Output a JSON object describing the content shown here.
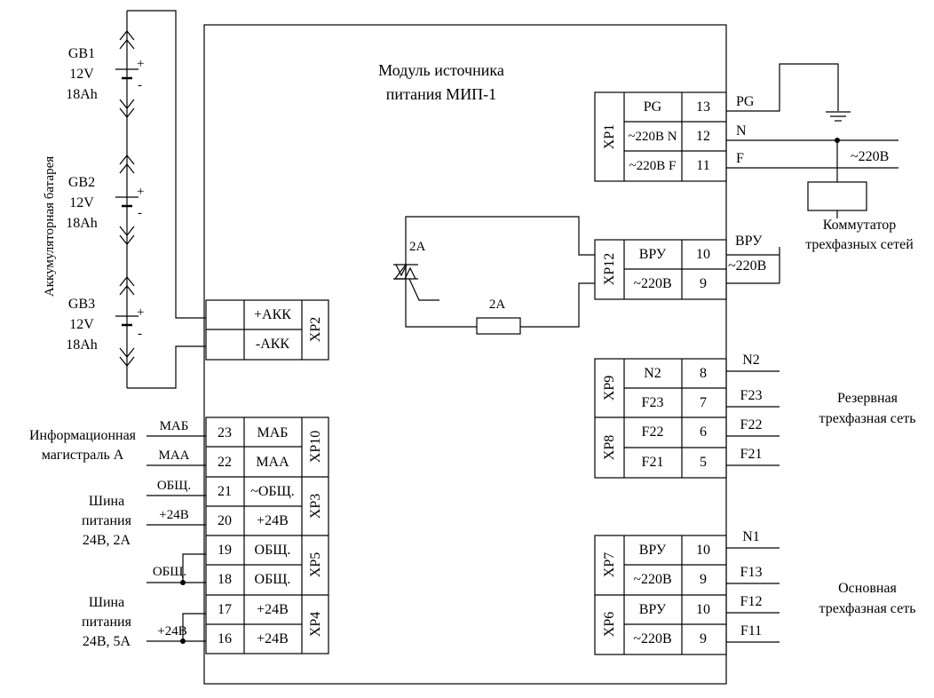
{
  "module": {
    "title_line1": "Модуль источника",
    "title_line2": "питания МИП-1"
  },
  "battery": {
    "group_label": "Аккумуляторная батарея",
    "cells": [
      {
        "name": "GB1",
        "voltage": "12V",
        "capacity": "18Ah"
      },
      {
        "name": "GB2",
        "voltage": "12V",
        "capacity": "18Ah"
      },
      {
        "name": "GB3",
        "voltage": "12V",
        "capacity": "18Ah"
      }
    ],
    "plus": "+",
    "minus": "-"
  },
  "xp2": {
    "name": "XP2",
    "rows": [
      "+АКК",
      "-АКК"
    ]
  },
  "left_blocks": {
    "xp10": {
      "name": "XP10",
      "rows": [
        {
          "num": "23",
          "label": "МАБ"
        },
        {
          "num": "22",
          "label": "МАА"
        }
      ]
    },
    "xp3": {
      "name": "XP3",
      "rows": [
        {
          "num": "21",
          "label": "~ОБЩ."
        },
        {
          "num": "20",
          "label": "+24В"
        }
      ]
    },
    "xp5": {
      "name": "XP5",
      "rows": [
        {
          "num": "19",
          "label": "ОБЩ."
        },
        {
          "num": "18",
          "label": "ОБЩ."
        }
      ]
    },
    "xp4": {
      "name": "XP4",
      "rows": [
        {
          "num": "17",
          "label": "+24В"
        },
        {
          "num": "16",
          "label": "+24В"
        }
      ]
    }
  },
  "left_wires": {
    "mab": "МАБ",
    "maa": "МАА",
    "obsh1": "ОБЩ.",
    "plus24_1": "+24В",
    "obsh2": "ОБЩ.",
    "plus24_2": "+24В"
  },
  "left_captions": {
    "info_line1": "Информационная",
    "info_line2": "магистраль А",
    "bus1_line1": "Шина",
    "bus1_line2": "питания",
    "bus1_line3": "24В, 2А",
    "bus2_line1": "Шина",
    "bus2_line2": "питания",
    "bus2_line3": "24В, 5А"
  },
  "xp1": {
    "name": "XP1",
    "rows": [
      {
        "label": "PG",
        "num": "13"
      },
      {
        "label": "~220В N",
        "num": "12"
      },
      {
        "label": "~220В F",
        "num": "11"
      }
    ]
  },
  "xp12": {
    "name": "XP12",
    "rows": [
      {
        "label": "ВРУ",
        "num": "10"
      },
      {
        "label": "~220В",
        "num": "9"
      }
    ]
  },
  "xp9": {
    "name": "XP9",
    "rows": [
      {
        "label": "N2",
        "num": "8"
      },
      {
        "label": "F23",
        "num": "7"
      }
    ]
  },
  "xp8": {
    "name": "XP8",
    "rows": [
      {
        "label": "F22",
        "num": "6"
      },
      {
        "label": "F21",
        "num": "5"
      }
    ]
  },
  "xp7": {
    "name": "XP7",
    "rows": [
      {
        "label": "ВРУ",
        "num": "10"
      },
      {
        "label": "~220В",
        "num": "9"
      }
    ]
  },
  "xp6": {
    "name": "XP6",
    "rows": [
      {
        "label": "ВРУ",
        "num": "10"
      },
      {
        "label": "~220В",
        "num": "9"
      }
    ]
  },
  "right_wires": {
    "pg": "PG",
    "n": "N",
    "f": "F",
    "mains": "~220В",
    "vru": "ВРУ",
    "vru_220": "~220В",
    "n2": "N2",
    "f23": "F23",
    "f22": "F22",
    "f21": "F21",
    "n1": "N1",
    "f13": "F13",
    "f12": "F12",
    "f11": "F11"
  },
  "right_captions": {
    "switch_line1": "Коммутатор",
    "switch_line2": "трехфазных сетей",
    "reserve_line1": "Резервная",
    "reserve_line2": "трехфазная сеть",
    "main_line1": "Основная",
    "main_line2": "трехфазная сеть"
  },
  "internal": {
    "thyristor_label": "2А",
    "fuse_label": "2А"
  }
}
